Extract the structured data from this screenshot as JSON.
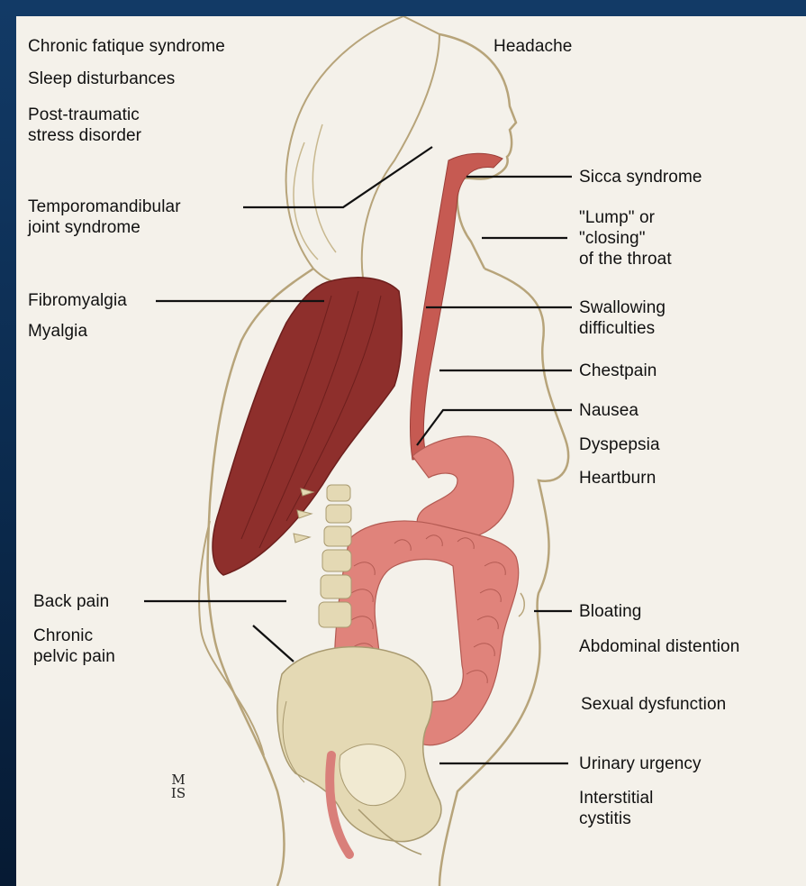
{
  "labels": {
    "chronic_fatigue": "Chronic fatique syndrome",
    "sleep": "Sleep disturbances",
    "ptsd": "Post-traumatic\nstress disorder",
    "headache": "Headache",
    "tmj": "Temporomandibular\njoint syndrome",
    "sicca": "Sicca syndrome",
    "lump": "\"Lump\" or\n\"closing\"\nof the throat",
    "fibromyalgia": "Fibromyalgia",
    "myalgia": "Myalgia",
    "swallowing": "Swallowing\ndifficulties",
    "chestpain": "Chestpain",
    "nausea": "Nausea",
    "dyspepsia": "Dyspepsia",
    "heartburn": "Heartburn",
    "back_pain": "Back pain",
    "pelvic_pain": "Chronic\npelvic pain",
    "bloating": "Bloating",
    "distention": "Abdominal distention",
    "sexual": "Sexual dysfunction",
    "urinary": "Urinary urgency",
    "cystitis": "Interstitial\ncystitis"
  },
  "signature": "M\nIS",
  "colors": {
    "muscle": "#8e2f2c",
    "organ": "#e0837b",
    "bone": "#e4d9b4",
    "outline": "#b7a47a",
    "leader": "#111111"
  }
}
